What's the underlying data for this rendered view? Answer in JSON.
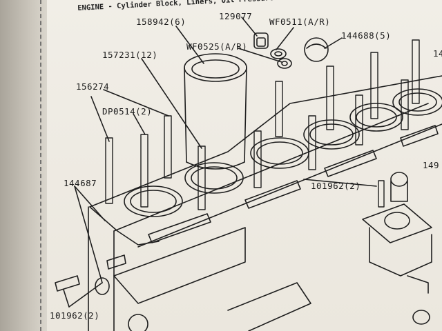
{
  "header": "ENGINE - Cylinder Block, Liners, Oil Pressure Switch",
  "part_labels": {
    "p158942": "158942(6)",
    "p129077": "129077",
    "pWF0511": "WF0511(A/R)",
    "p144688": "144688(5)",
    "pWF0525": "WF0525(A/R)",
    "p157231": "157231(12)",
    "p156274": "156274",
    "pDP0514": "DP0514(2)",
    "p144687": "144687",
    "p101962_right": "101962(2)",
    "p101962_bottom": "101962(2)",
    "edge_14": "14",
    "edge_149": "149"
  }
}
